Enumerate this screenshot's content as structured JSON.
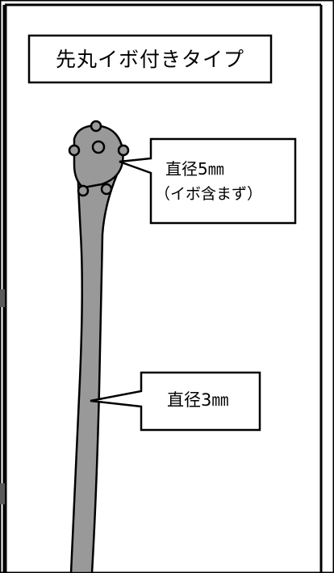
{
  "title": "先丸イボ付きタイプ",
  "callouts": {
    "head": {
      "line1": "直径5㎜",
      "line2": "（イボ含まず）"
    },
    "shaft": {
      "text": "直径3㎜"
    }
  },
  "colors": {
    "outline": "#000000",
    "fill": "#999999",
    "background": "#ffffff",
    "frame_left": "#5a5a5a"
  }
}
